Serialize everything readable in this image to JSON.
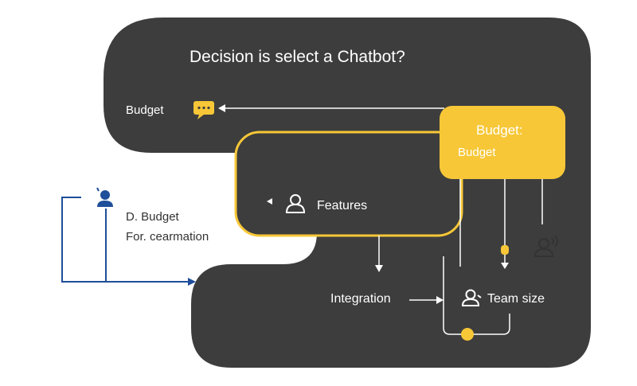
{
  "title": "Decision is select a Chatbot?",
  "labels": {
    "budget_top": "Budget",
    "budget_card_title": "Budget:",
    "budget_card_sub": "Budget",
    "features": "Features",
    "d_budget": "D. Budget",
    "for_line": "For. cearmation",
    "integration": "Integration",
    "team_size": "Team size"
  },
  "colors": {
    "dark_panel": "#3d3d3d",
    "accent_yellow": "#f7c737",
    "accent_blue": "#1f4e9a",
    "connector_white": "#ffffff",
    "text_light": "#ffffff",
    "text_dark": "#333333"
  },
  "icons": {
    "chat": "chat-bubble-icon",
    "features_user": "user-outline-icon",
    "side_user": "user-filled-icon",
    "team_user": "user-outline-icon",
    "voice_user": "user-voice-icon",
    "arrow_left": "arrow-left-icon"
  }
}
